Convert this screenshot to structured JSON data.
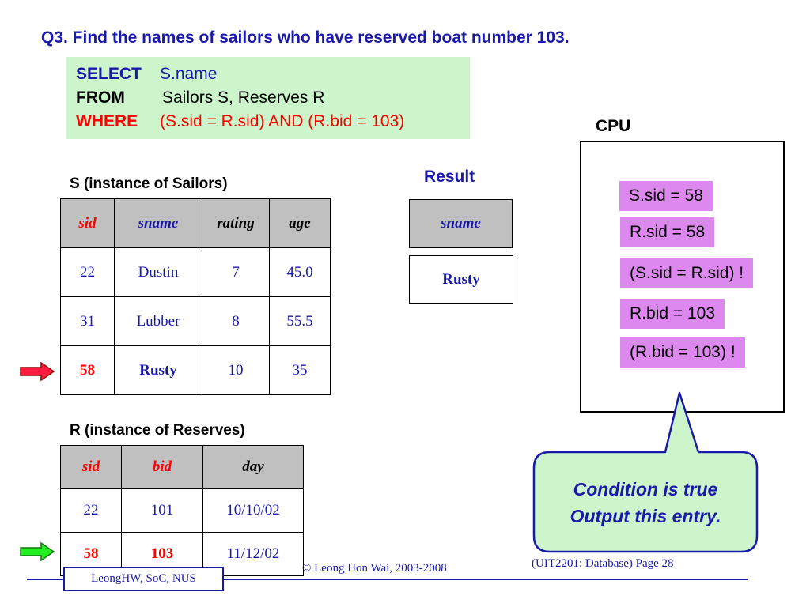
{
  "question": "Q3. Find the names of sailors who have reserved boat number 103.",
  "sql": {
    "select_kw": "SELECT",
    "select_val": "S.name",
    "from_kw": "FROM",
    "from_val": "Sailors S, Reserves R",
    "where_kw": "WHERE",
    "where_val": "(S.sid = R.sid) AND (R.bid = 103)"
  },
  "sailors": {
    "title": "S (instance of Sailors)",
    "headers": [
      "sid",
      "sname",
      "rating",
      "age"
    ],
    "rows": [
      [
        "22",
        "Dustin",
        "7",
        "45.0"
      ],
      [
        "31",
        "Lubber",
        "8",
        "55.5"
      ],
      [
        "58",
        "Rusty",
        "10",
        "35"
      ]
    ]
  },
  "reserves": {
    "title": "R (instance of Reserves)",
    "headers": [
      "sid",
      "bid",
      "day"
    ],
    "rows": [
      [
        "22",
        "101",
        "10/10/02"
      ],
      [
        "58",
        "103",
        "11/12/02"
      ]
    ]
  },
  "result": {
    "title": "Result",
    "header": "sname",
    "value": "Rusty"
  },
  "cpu": {
    "label": "CPU",
    "steps": [
      "S.sid = 58",
      "R.sid = 58",
      "(S.sid = R.sid) !",
      "R.bid = 103",
      "(R.bid = 103) !"
    ]
  },
  "callout": {
    "line1": "Condition is true",
    "line2": "Output this entry."
  },
  "footer": {
    "left": "LeongHW, SoC, NUS",
    "center": "© Leong Hon Wai, 2003-2008",
    "right": "(UIT2201: Database) Page 28"
  },
  "colors": {
    "navy": "#1a1aa8",
    "red": "#ff0000",
    "sql_bg": "#ccf5cc",
    "cpu_step_bg": "#dd88ee",
    "callout_bg": "#ccf5cc",
    "header_bg": "#c0c0c0"
  },
  "icons": {
    "current_sailor_row": "red-right-arrow-icon",
    "current_reserve_row": "green-right-arrow-icon"
  }
}
